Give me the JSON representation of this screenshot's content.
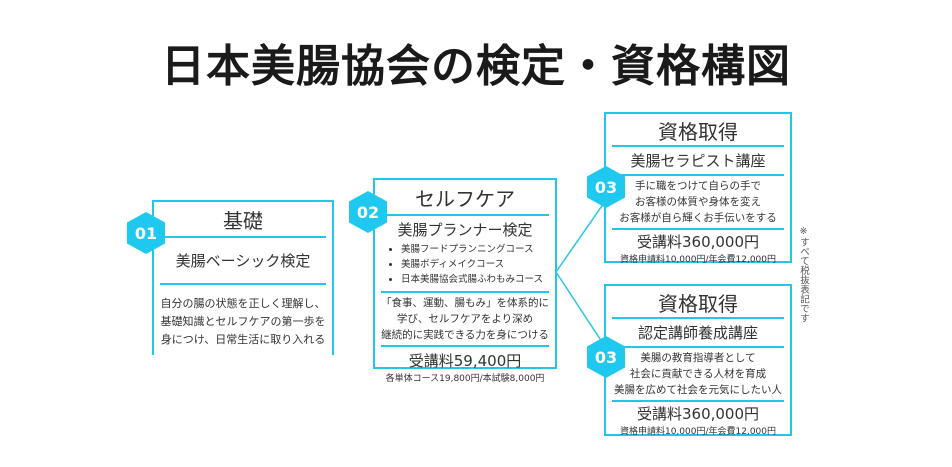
{
  "title": "日本美腸協会の検定・資格構図",
  "steps": [
    {
      "badge": "01",
      "heading": "基礎",
      "course": "美腸ベーシック検定",
      "description": [
        "自分の腸の状態を正しく理解し、",
        "基礎知識とセルフケアの第一歩を",
        "身につけ、日常生活に取り入れる"
      ]
    },
    {
      "badge": "02",
      "heading": "セルフケア",
      "course": "美腸プランナー検定",
      "sub_courses": [
        "美腸フードプランニングコース",
        "美腸ボディメイクコース",
        "日本美腸協会式腸ふわもみコース"
      ],
      "description": [
        "「食事、運動、腸もみ」を体系的に",
        "学び、セルフケアをより深め",
        "継続的に実践できる力を身につける"
      ],
      "fee": "受講料59,400円",
      "fee_note": "各単体コース19,800円/本試験8,000円"
    },
    {
      "badge": "03",
      "heading": "資格取得",
      "course": "美腸セラピスト講座",
      "description": [
        "手に職をつけて自らの手で",
        "お客様の体質や身体を変え",
        "お客様が自ら輝くお手伝いをする"
      ],
      "fee": "受講料360,000円",
      "fee_note": "資格申請料10,000円/年会費12,000円"
    },
    {
      "badge": "03",
      "heading": "資格取得",
      "course": "認定講師養成講座",
      "description": [
        "美腸の教育指導者として",
        "社会に貢献できる人材を育成",
        "美腸を広めて社会を元気にしたい人"
      ],
      "fee": "受講料360,000円",
      "fee_note": "資格申請料10,000円/年会費12,000円"
    }
  ],
  "note": "※すべて税抜表記です",
  "accent": "#22c7e8"
}
